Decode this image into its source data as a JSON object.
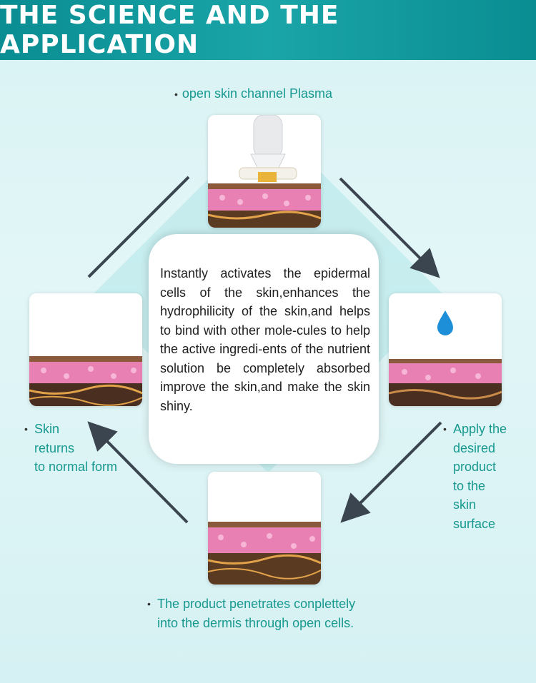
{
  "header": {
    "title": "THE SCIENCE AND THE APPLICATION"
  },
  "center": {
    "text": "Instantly activates the epidermal cells of the skin,enhances the hydrophilicity of the skin,and helps to bind with other mole-cules to help the active ingredi-ents of the nutrient solution be completely absorbed improve the skin,and make the skin shiny."
  },
  "steps": {
    "top": {
      "label": "open skin channel Plasma"
    },
    "right": {
      "label_lines": [
        "Apply the",
        "desired",
        "product",
        "to the",
        "skin",
        "surface"
      ]
    },
    "bottom": {
      "label_lines": [
        "The product penetrates conplettely",
        "into the dermis through open cells."
      ]
    },
    "left": {
      "label_lines": [
        "Skin",
        "returns",
        "to normal form"
      ]
    }
  },
  "colors": {
    "banner": "#0f9a9e",
    "label_text": "#17998f",
    "arrow": "#3a4550",
    "skin_pink": "#e880b4",
    "skin_brown": "#7a4a3a"
  }
}
